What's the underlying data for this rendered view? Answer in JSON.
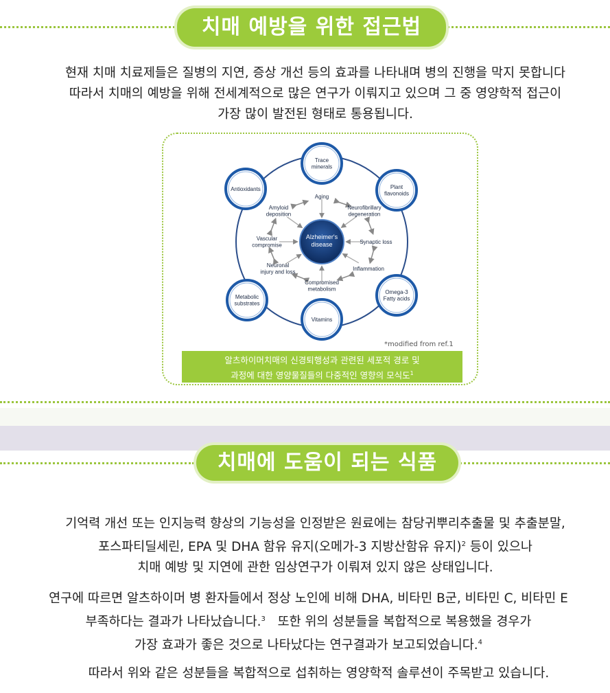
{
  "section1": {
    "title": "치매 예방을 위한 접근법",
    "paragraph": [
      "현재 치매 치료제들은 질병의 지연, 증상 개선 등의 효과를 나타내며 병의 진행을 막지 못합니다",
      "따라서 치매의 예방을 위해 전세계적으로 많은 연구가 이뤄지고 있으며 그 중 영양학적 접근이",
      "가장 많이 발전된 형태로 통용됩니다."
    ]
  },
  "diagram": {
    "center": [
      "Alzheimer's",
      "disease"
    ],
    "outer_nodes": [
      [
        "Trace",
        "minerals"
      ],
      [
        "Plant",
        "flavonoids"
      ],
      [
        "Omega-3",
        "Fatty acids"
      ],
      [
        "Vitamins"
      ],
      [
        "Metabolic",
        "substrates"
      ],
      [
        "Antioxidants"
      ]
    ],
    "inner_labels": [
      [
        "Aging"
      ],
      [
        "Neurofibrillary",
        "degeneration"
      ],
      [
        "Synaptic loss"
      ],
      [
        "Inflammation"
      ],
      [
        "Compromised",
        "metabolism"
      ],
      [
        "Neuronal",
        "injury and loss"
      ],
      [
        "Vascular",
        "compromise"
      ],
      [
        "Amyloid",
        "deposition"
      ]
    ],
    "source_note": "*modified from ref.1",
    "caption_line1": "알츠하이머치매의 신경퇴행성과 관련된 세포적 경로 및",
    "caption_line2": "과정에 대한 영양물질들의 다중적인 영향의 모식도",
    "caption_ref": "1",
    "colors": {
      "node_border": "#1e5aa8",
      "center_fill": "#0c2a5c",
      "accent_green": "#9ccb3b"
    }
  },
  "section2": {
    "title": "치매에 도움이 되는 식품",
    "p1": [
      "기억력 개선 또는 인지능력 향상의 기능성을 인정받은 원료에는 참당귀뿌리추출물 및 추출분말,",
      "포스파티딜세린, EPA 및 DHA 함유 유지(오메가-3 지방산함유 유지)",
      "치매 예방 및 지연에 관한 임상연구가 이뤄져 있지 않은 상태입니다."
    ],
    "p1_ref": "2",
    "p1_tail": "  등이 있으나",
    "p2": [
      "연구에 따르면 알츠하이머 병 환자들에서 정상 노인에 비해 DHA, 비타민 B군,  비타민 C, 비타민 E",
      "부족하다는 결과가 나타났습니다.",
      "또한 위의 성분들을 복합적으로 복용했을 경우가",
      "가장 효과가 좋은 것으로 나타났다는 연구결과가 보고되었습니다."
    ],
    "p2_ref1": "3",
    "p2_ref2": "4",
    "p3": "따라서 위와 같은 성분들을 복합적으로 섭취하는 영양학적 솔루션이 주목받고 있습니다."
  }
}
